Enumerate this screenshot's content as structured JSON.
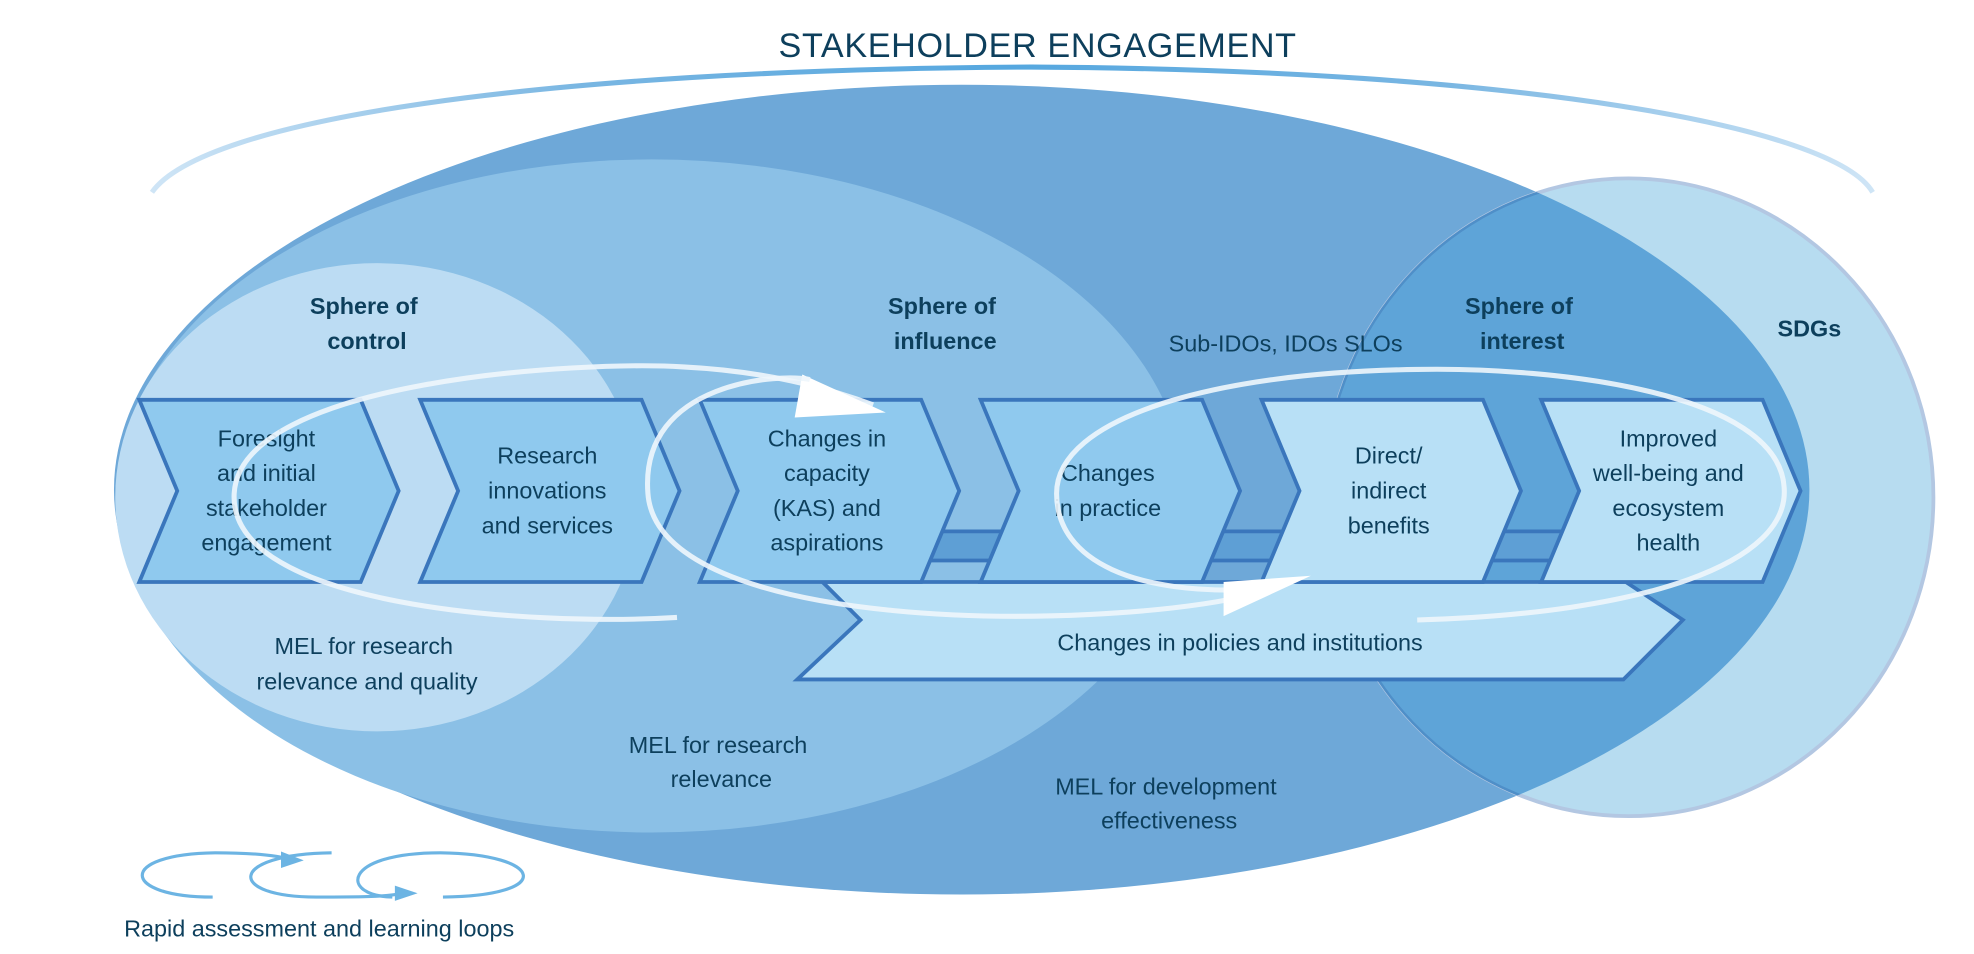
{
  "title": "STAKEHOLDER ENGAGEMENT",
  "spheres": {
    "control": [
      "Sphere of",
      "control"
    ],
    "influence": [
      "Sphere of",
      "influence"
    ],
    "interest": [
      "Sphere of",
      "interest"
    ],
    "sdgs": "SDGs"
  },
  "outcome_levels_label": "Sub-IDOs, IDOs SLOs",
  "chevrons": [
    {
      "lines": [
        "Foresight",
        "and initial",
        "stakeholder",
        "engagement"
      ]
    },
    {
      "lines": [
        "Research",
        "innovations",
        "and services"
      ]
    },
    {
      "lines": [
        "Changes in",
        "capacity",
        "(KAS) and",
        "aspirations"
      ]
    },
    {
      "lines": [
        "Changes",
        "in practice"
      ]
    },
    {
      "lines": [
        "Direct/",
        "indirect",
        "benefits"
      ]
    },
    {
      "lines": [
        "Improved",
        "well-being  and",
        "ecosystem",
        "health"
      ]
    }
  ],
  "policy_arrow": "Changes in policies and institutions",
  "mel": {
    "quality": [
      "MEL for research",
      "relevance and quality"
    ],
    "relevance": [
      "MEL for research",
      "relevance"
    ],
    "development": [
      "MEL for development",
      "effectiveness"
    ]
  },
  "legend": {
    "icon": "learning-loops-icon",
    "label": "Rapid assessment and learning loops"
  },
  "colors": {
    "outer": "#6ea8d8",
    "middle": "#8bc0e6",
    "inner": "#bcdcf3",
    "sdg": "#b7dcf0",
    "chevron_dark": "#8fc9ee",
    "chevron_light": "#b8e0f6",
    "stroke": "#3a76bc",
    "text": "#0d3f5c"
  }
}
